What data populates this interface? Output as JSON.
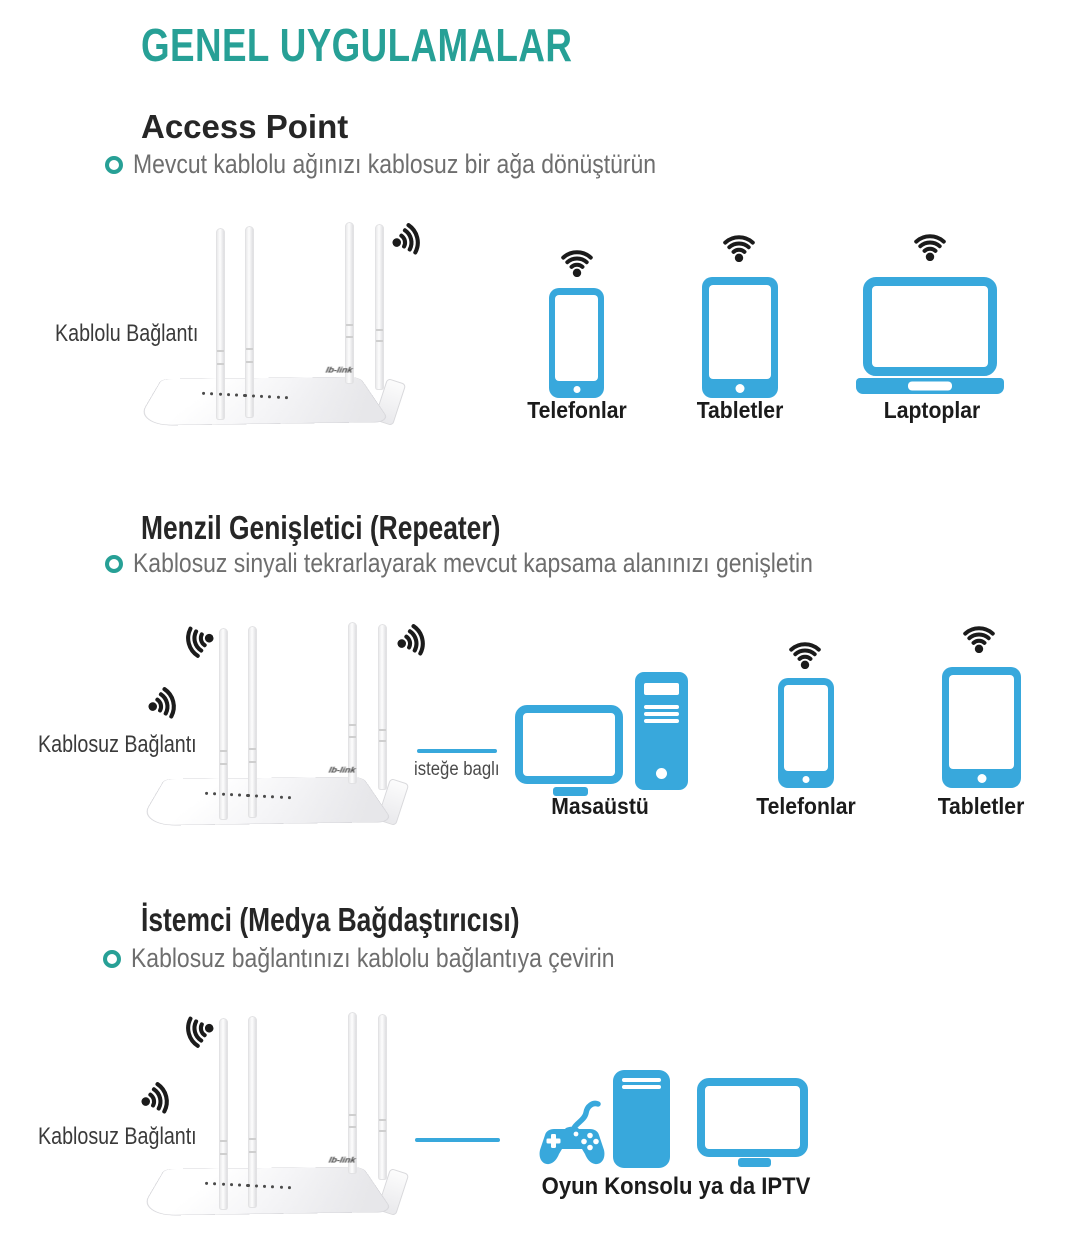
{
  "page": {
    "title": "GENEL UYGULAMALAR"
  },
  "colors": {
    "accent_teal": "#27a096",
    "device_blue": "#38a8dc",
    "wifi_black": "#1b1b1b",
    "heading_dark": "#262626",
    "subtitle_gray": "#6e6e6e"
  },
  "router": {
    "brand": "lb-link"
  },
  "sections": [
    {
      "id": "access-point",
      "heading": "Access Point",
      "subtitle": "Mevcut kablolu ağınızı kablosuz bir ağa dönüştürün",
      "connection_label": "Kablolu Bağlantı",
      "devices": [
        {
          "type": "phone",
          "label": "Telefonlar"
        },
        {
          "type": "tablet",
          "label": "Tabletler"
        },
        {
          "type": "laptop",
          "label": "Laptoplar"
        }
      ]
    },
    {
      "id": "repeater",
      "heading": "Menzil Genişletici (Repeater)",
      "subtitle": "Kablosuz sinyali tekrarlayarak mevcut kapsama alanınızı genişletin",
      "connection_label": "Kablosuz Bağlantı",
      "optional_link_label": "isteğe baglı",
      "devices": [
        {
          "type": "desktop",
          "label": "Masaüstü"
        },
        {
          "type": "phone",
          "label": "Telefonlar"
        },
        {
          "type": "tablet",
          "label": "Tabletler"
        }
      ]
    },
    {
      "id": "client",
      "heading": "İstemci (Medya Bağdaştırıcısı)",
      "subtitle": "Kablosuz bağlantınızı kablolu bağlantıya çevirin",
      "connection_label": "Kablosuz Bağlantı",
      "devices": [
        {
          "type": "game-console-iptv",
          "label": "Oyun Konsolu ya da IPTV"
        }
      ]
    }
  ],
  "icons": {
    "wifi": "wifi-signal-icon",
    "router": "wireless-router",
    "phone": "smartphone",
    "tablet": "tablet",
    "laptop": "laptop",
    "desktop": "desktop-computer-with-tower",
    "gamepad": "game-controller",
    "tv": "tv-screen"
  }
}
